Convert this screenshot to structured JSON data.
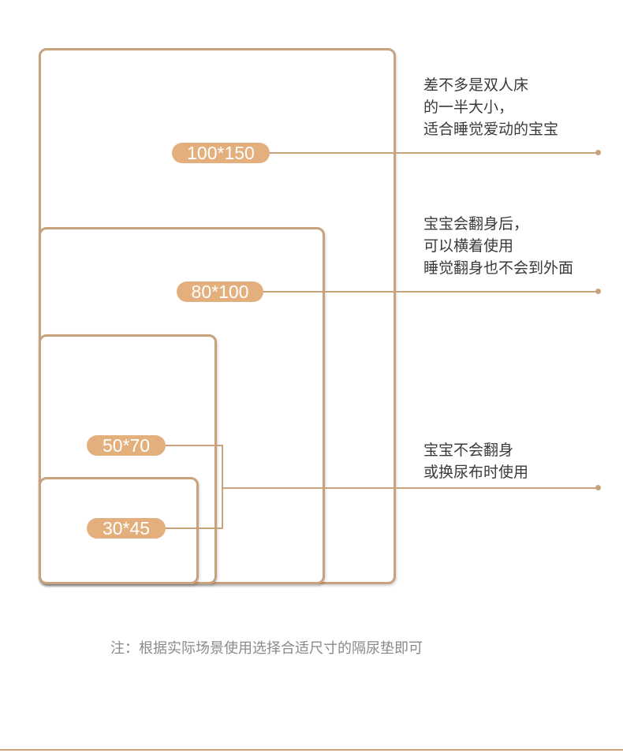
{
  "colors": {
    "accent_brown": "#c8a17d",
    "pill_orange": "#e3b07d",
    "text_dark": "#3a3a3a",
    "text_gray": "#8a8a8a"
  },
  "sizes": [
    {
      "label": "100*150",
      "description": [
        "差不多是双人床",
        "的一半大小，",
        "适合睡觉爱动的宝宝"
      ]
    },
    {
      "label": "80*100",
      "description": [
        "宝宝会翻身后，",
        "可以横着使用",
        "睡觉翻身也不会到外面"
      ]
    },
    {
      "label": "50*70",
      "description": [
        "宝宝不会翻身",
        "或换尿布时使用"
      ]
    },
    {
      "label": "30*45",
      "description": []
    }
  ],
  "note": "注：根据实际场景使用选择合适尺寸的隔尿垫即可"
}
